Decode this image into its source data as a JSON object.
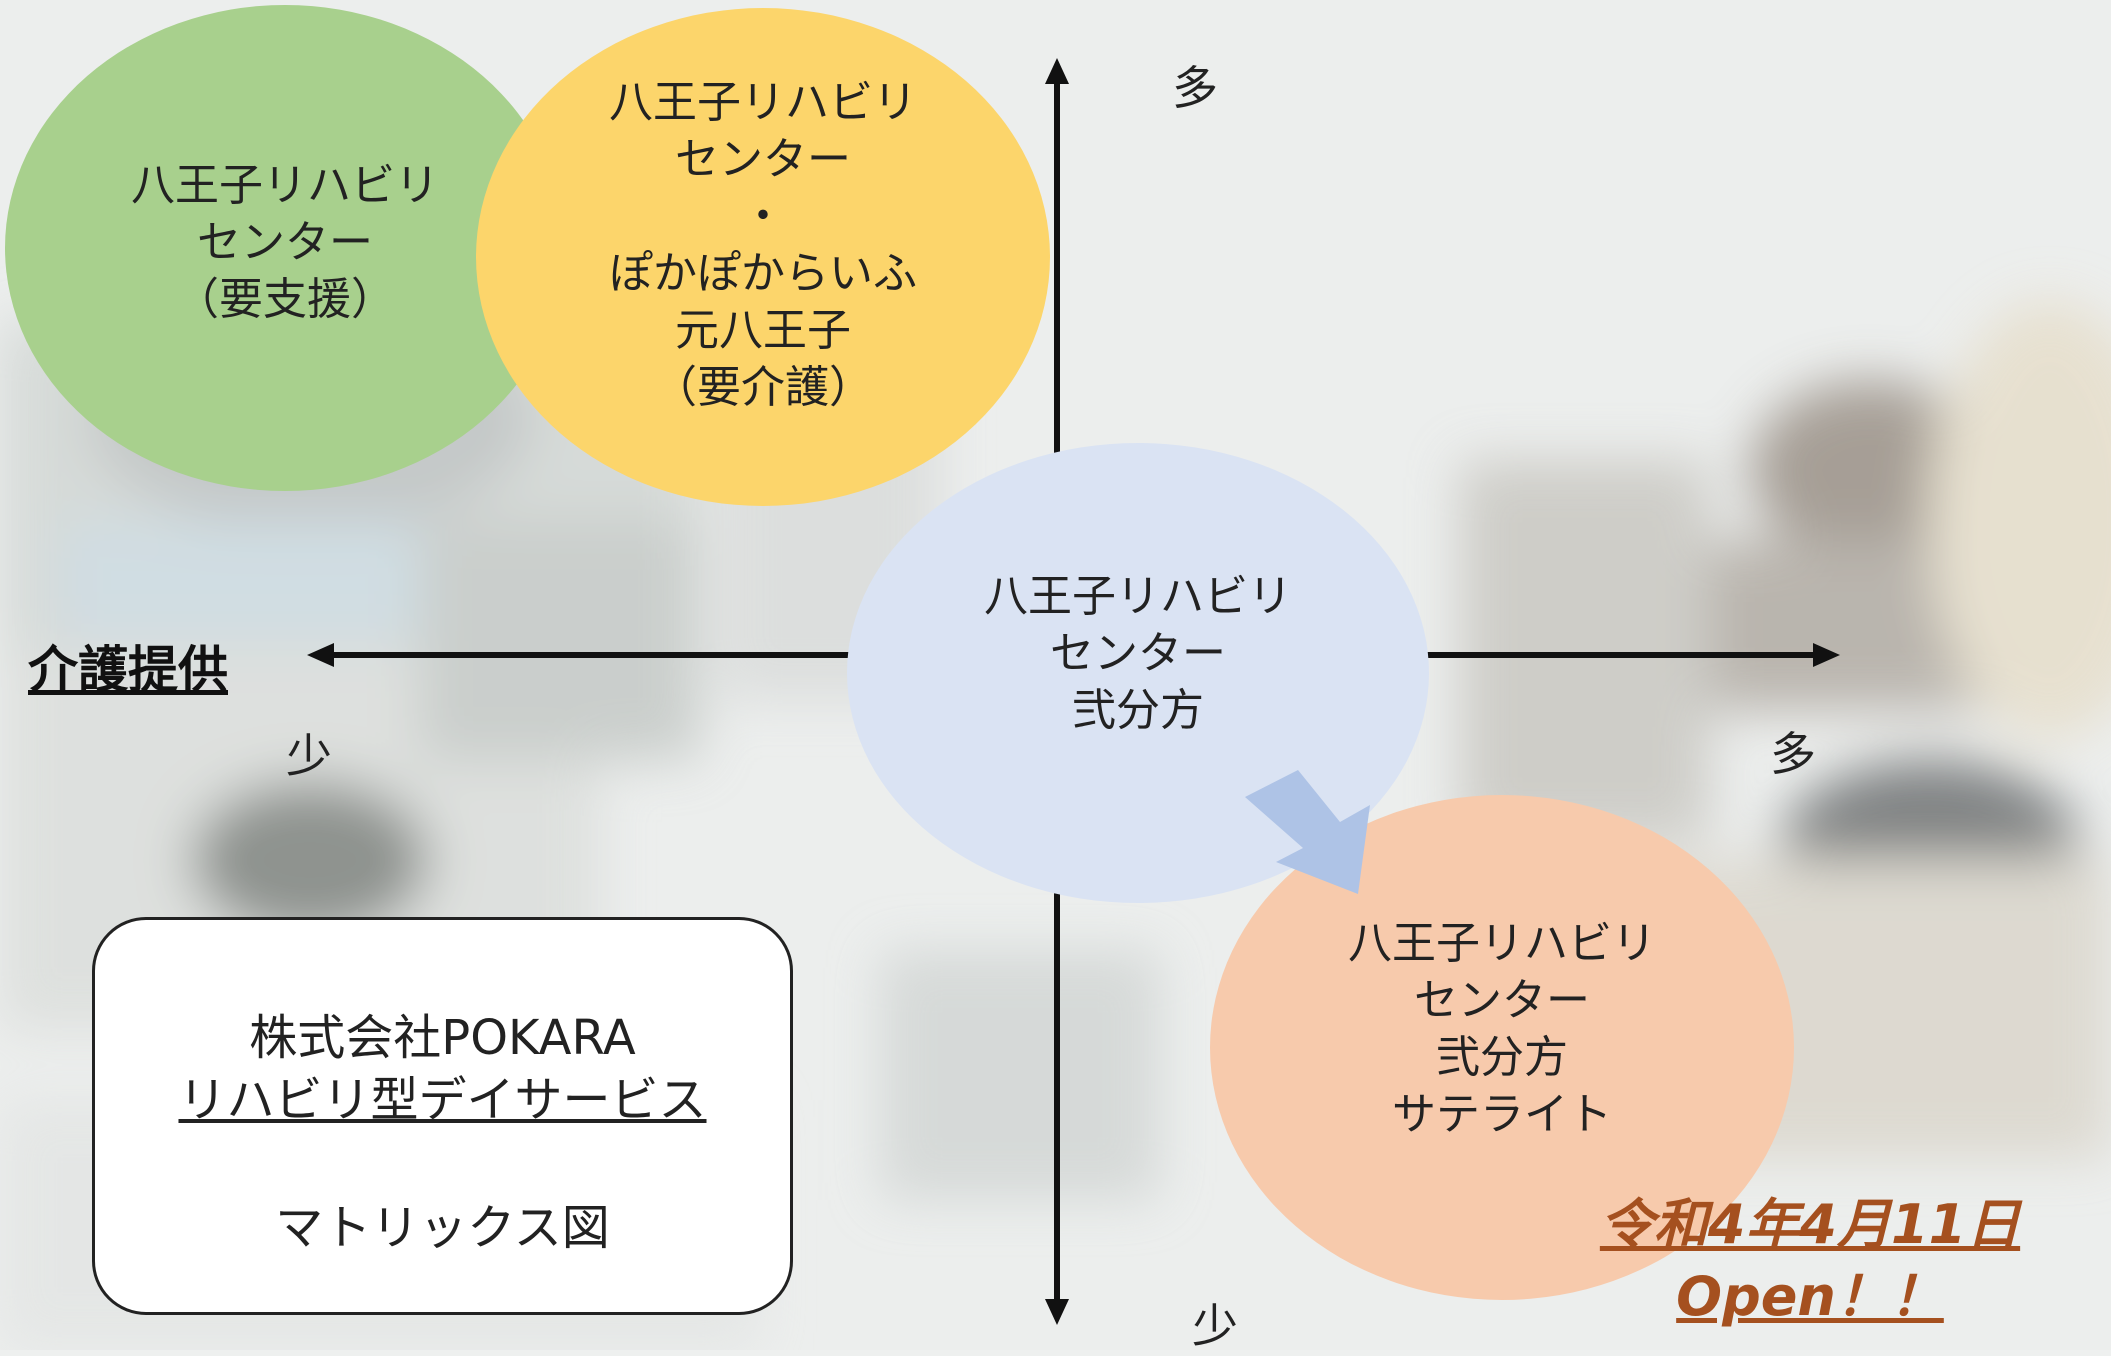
{
  "colors": {
    "green_bubble": "#a8d08d",
    "yellow_bubble": "#fcd56b",
    "blue_bubble": "#dae3f3",
    "orange_bubble": "#f7caac",
    "transition_arrow": "#aec3e6",
    "open_text": "#a5501f",
    "axis": "#111111"
  },
  "axes": {
    "horizontal_title": "介護提供",
    "horizontal_low": "少",
    "horizontal_high": "多",
    "vertical_high": "多",
    "vertical_low": "少"
  },
  "bubbles": {
    "green": "八王子リハビリ\nセンター\n（要支援）",
    "yellow": "八王子リハビリ\nセンター\n・\nぽかぽからいふ\n元八王子\n（要介護）",
    "blue": "八王子リハビリ\nセンター\n弐分方",
    "orange": "八王子リハビリ\nセンター\n弐分方\nサテライト"
  },
  "info_box": {
    "line1": "株式会社POKARA",
    "line2": "リハビリ型デイサービス",
    "line3": "マトリックス図"
  },
  "announcement": {
    "date": "令和4年4月11日",
    "open": "Open！！"
  }
}
